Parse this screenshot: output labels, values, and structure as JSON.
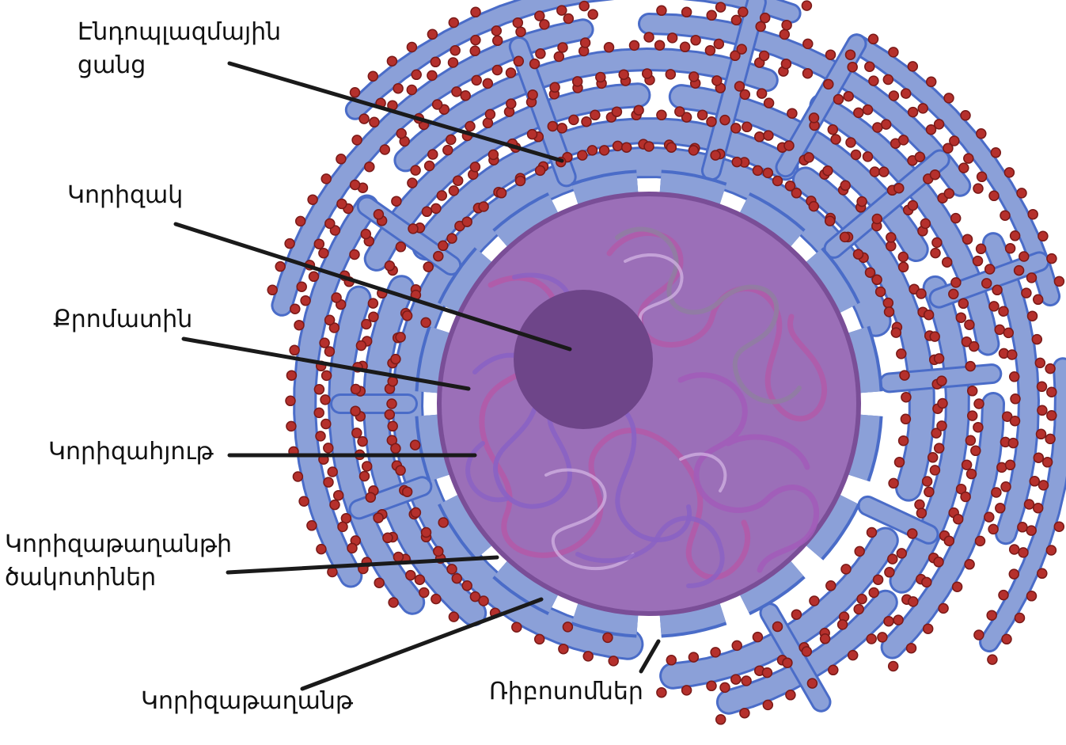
{
  "labels": {
    "er_line1": "Էնդոպլազմային",
    "er_line2": "ցանց",
    "nucleolus": "Կորիզակ",
    "chromatin": "Քրոմատին",
    "nucleoplasm": "Կորիզահյութ",
    "pores_line1": "Կորիզաթաղանթի",
    "pores_line2": "ծակոտիներ",
    "envelope": "Կորիզաթաղանթ",
    "ribosomes": "Ռիբոսոմներ"
  },
  "colors": {
    "er_fill": "#8ba0d8",
    "er_stroke": "#4a6cc8",
    "ribosome": "#b5302c",
    "nucleus_fill": "#9b6fb8",
    "nucleus_stroke": "#7a4e97",
    "nucleolus": "#6e4589",
    "chromatin_a": "#b25aa8",
    "chromatin_b": "#8a62c4"
  }
}
